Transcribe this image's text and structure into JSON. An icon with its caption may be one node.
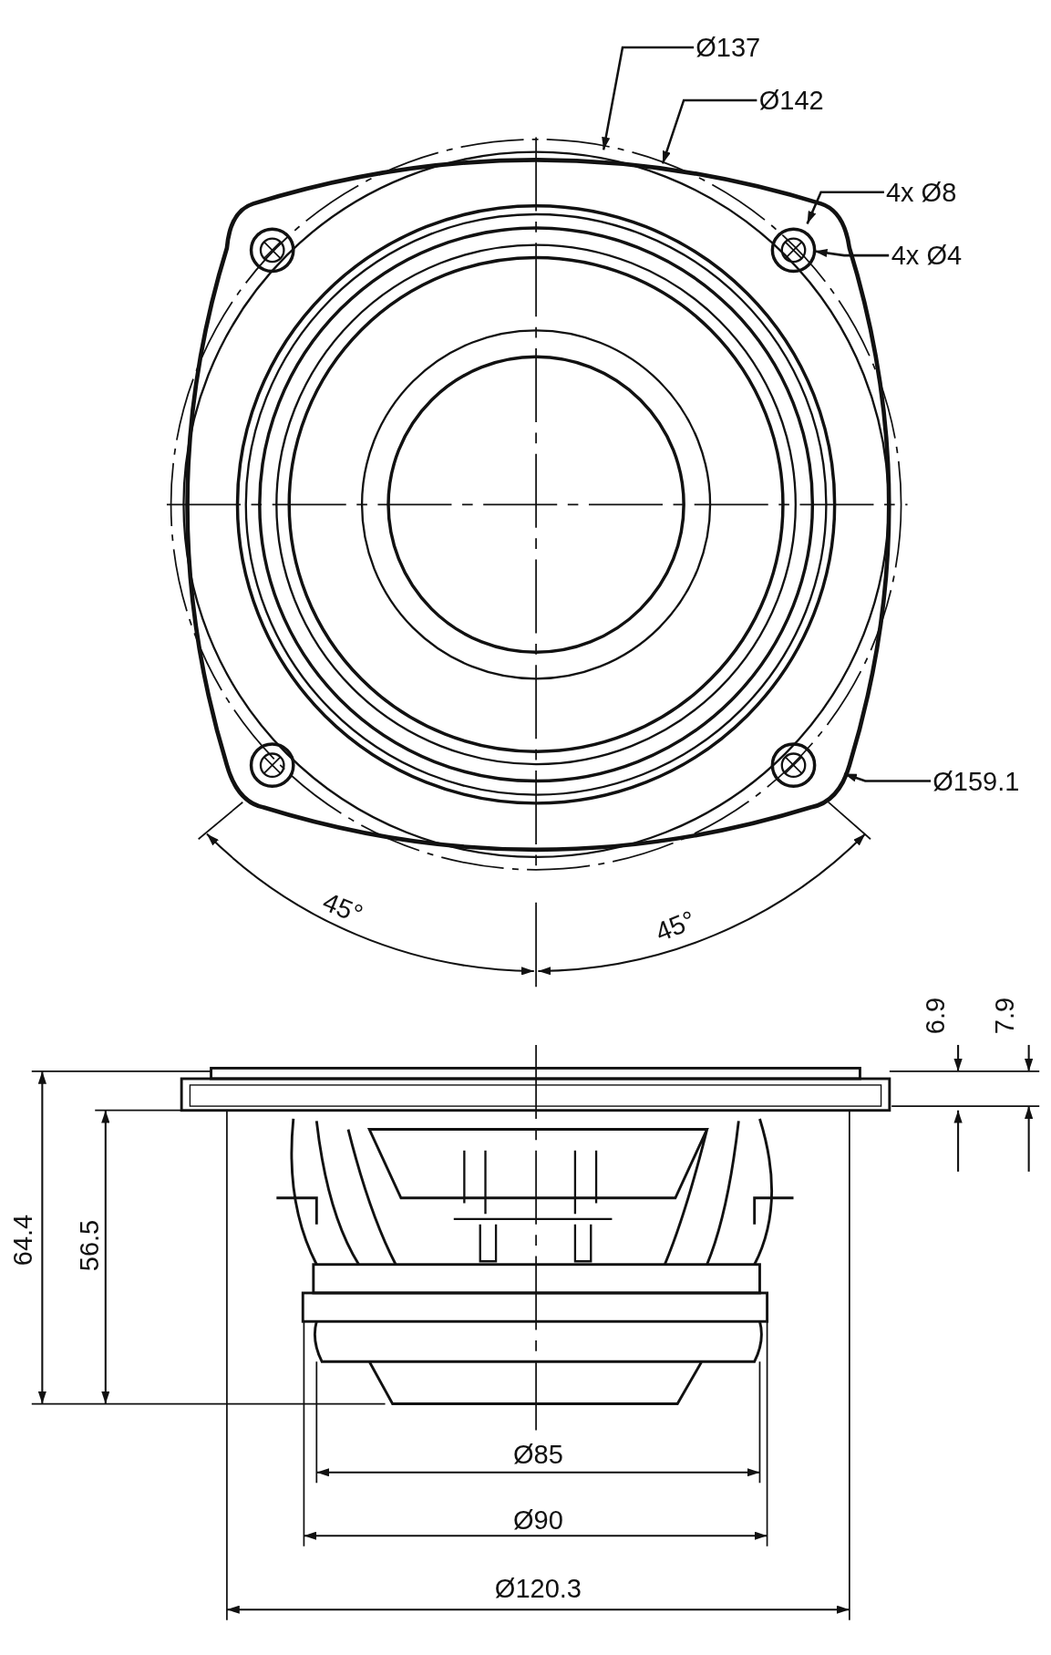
{
  "diagram": {
    "nodes": [
      {
        "text": [
          "Ø137"
        ]
      },
      {
        "text": [
          "Ø142"
        ]
      },
      {
        "text": [
          "4x Ø8"
        ]
      },
      {
        "text": [
          "4x Ø4"
        ]
      },
      {
        "text": [
          "Ø159.1"
        ]
      }
    ],
    "edges": [
      {
        "from": 0,
        "to": null,
        "arrow": "to"
      },
      {
        "from": 1,
        "to": null,
        "arrow": "to"
      },
      {
        "from": 2,
        "to": null,
        "arrow": "to"
      },
      {
        "from": 3,
        "to": null,
        "arrow": "to"
      },
      {
        "from": 4,
        "to": null,
        "arrow": "to"
      }
    ],
    "labels": [
      "45°",
      "45°",
      "6.9",
      "7.9",
      "64.4",
      "56.5",
      "Ø85",
      "Ø90",
      "Ø120.3"
    ]
  }
}
